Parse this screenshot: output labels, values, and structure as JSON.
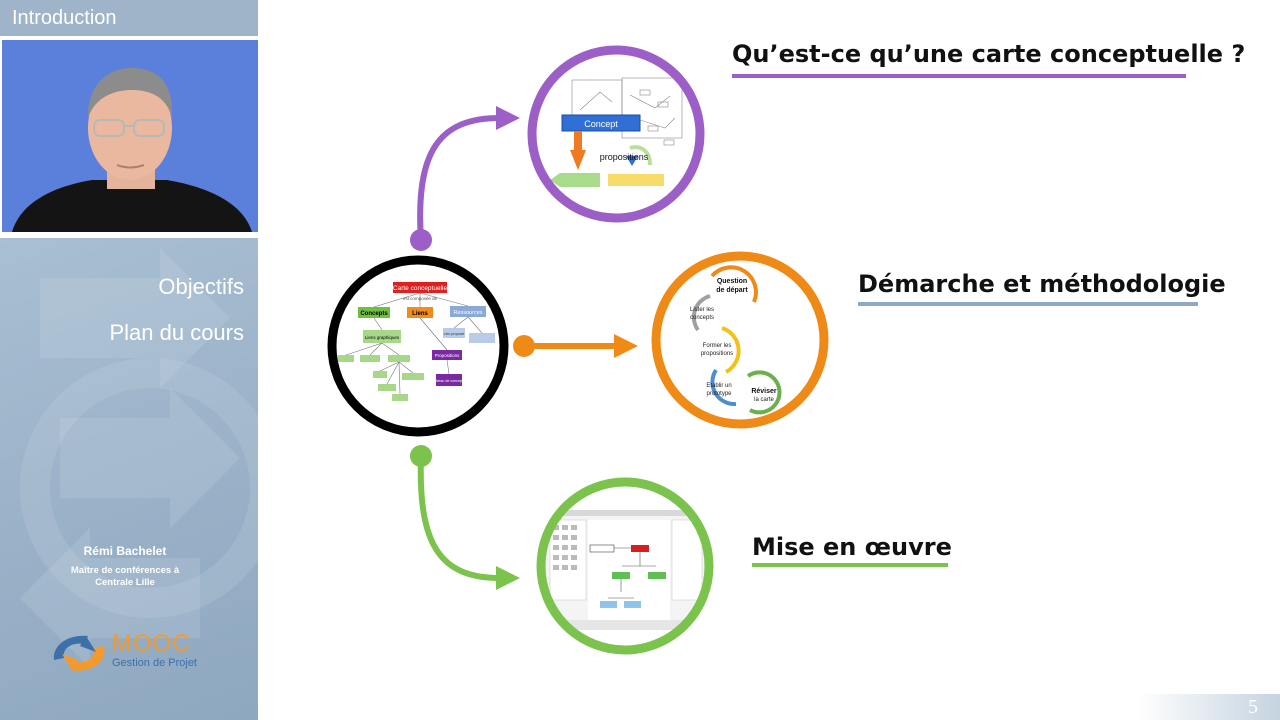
{
  "sidebar": {
    "section": "Introduction",
    "nav": [
      "Objectifs",
      "Plan du cours"
    ],
    "presenter_name": "Rémi Bachelet",
    "presenter_role_line1": "Maître de conférences à",
    "presenter_role_line2": "Centrale Lille",
    "logo_word": "MOOC",
    "logo_sub": "Gestion de Projet"
  },
  "main": {
    "heading1": "Qu’est-ce qu’une carte conceptuelle ?",
    "heading2": "Démarche et méthodologie",
    "heading3": "Mise en œuvre",
    "page_number": "5"
  },
  "center_map": {
    "title": "Carte conceptuelle",
    "sub": "est composée de",
    "concepts": "Concepts",
    "liens": "Liens",
    "ressources": "Ressources",
    "lien_propose": "Lien proposé",
    "propositions": "Propositions",
    "niveau": "Niveau de concepts",
    "liens_graphiques": "Liens graphiques"
  },
  "thumb1": {
    "concept": "Concept",
    "propositions": "propositions"
  },
  "thumb2": {
    "step1_a": "Question",
    "step1_b": "de départ",
    "step2_a": "Lister les",
    "step2_b": "concepts",
    "step3_a": "Former les",
    "step3_b": "propositions",
    "step4_a": "Etablir un",
    "step4_b": "prototype",
    "step5_a": "Réviser",
    "step5_b": "la carte"
  },
  "colors": {
    "purple": "#9b5fc7",
    "orange": "#ef8a17",
    "green": "#7cc34e",
    "black": "#000000",
    "underline_blue": "#8fa8c8"
  }
}
